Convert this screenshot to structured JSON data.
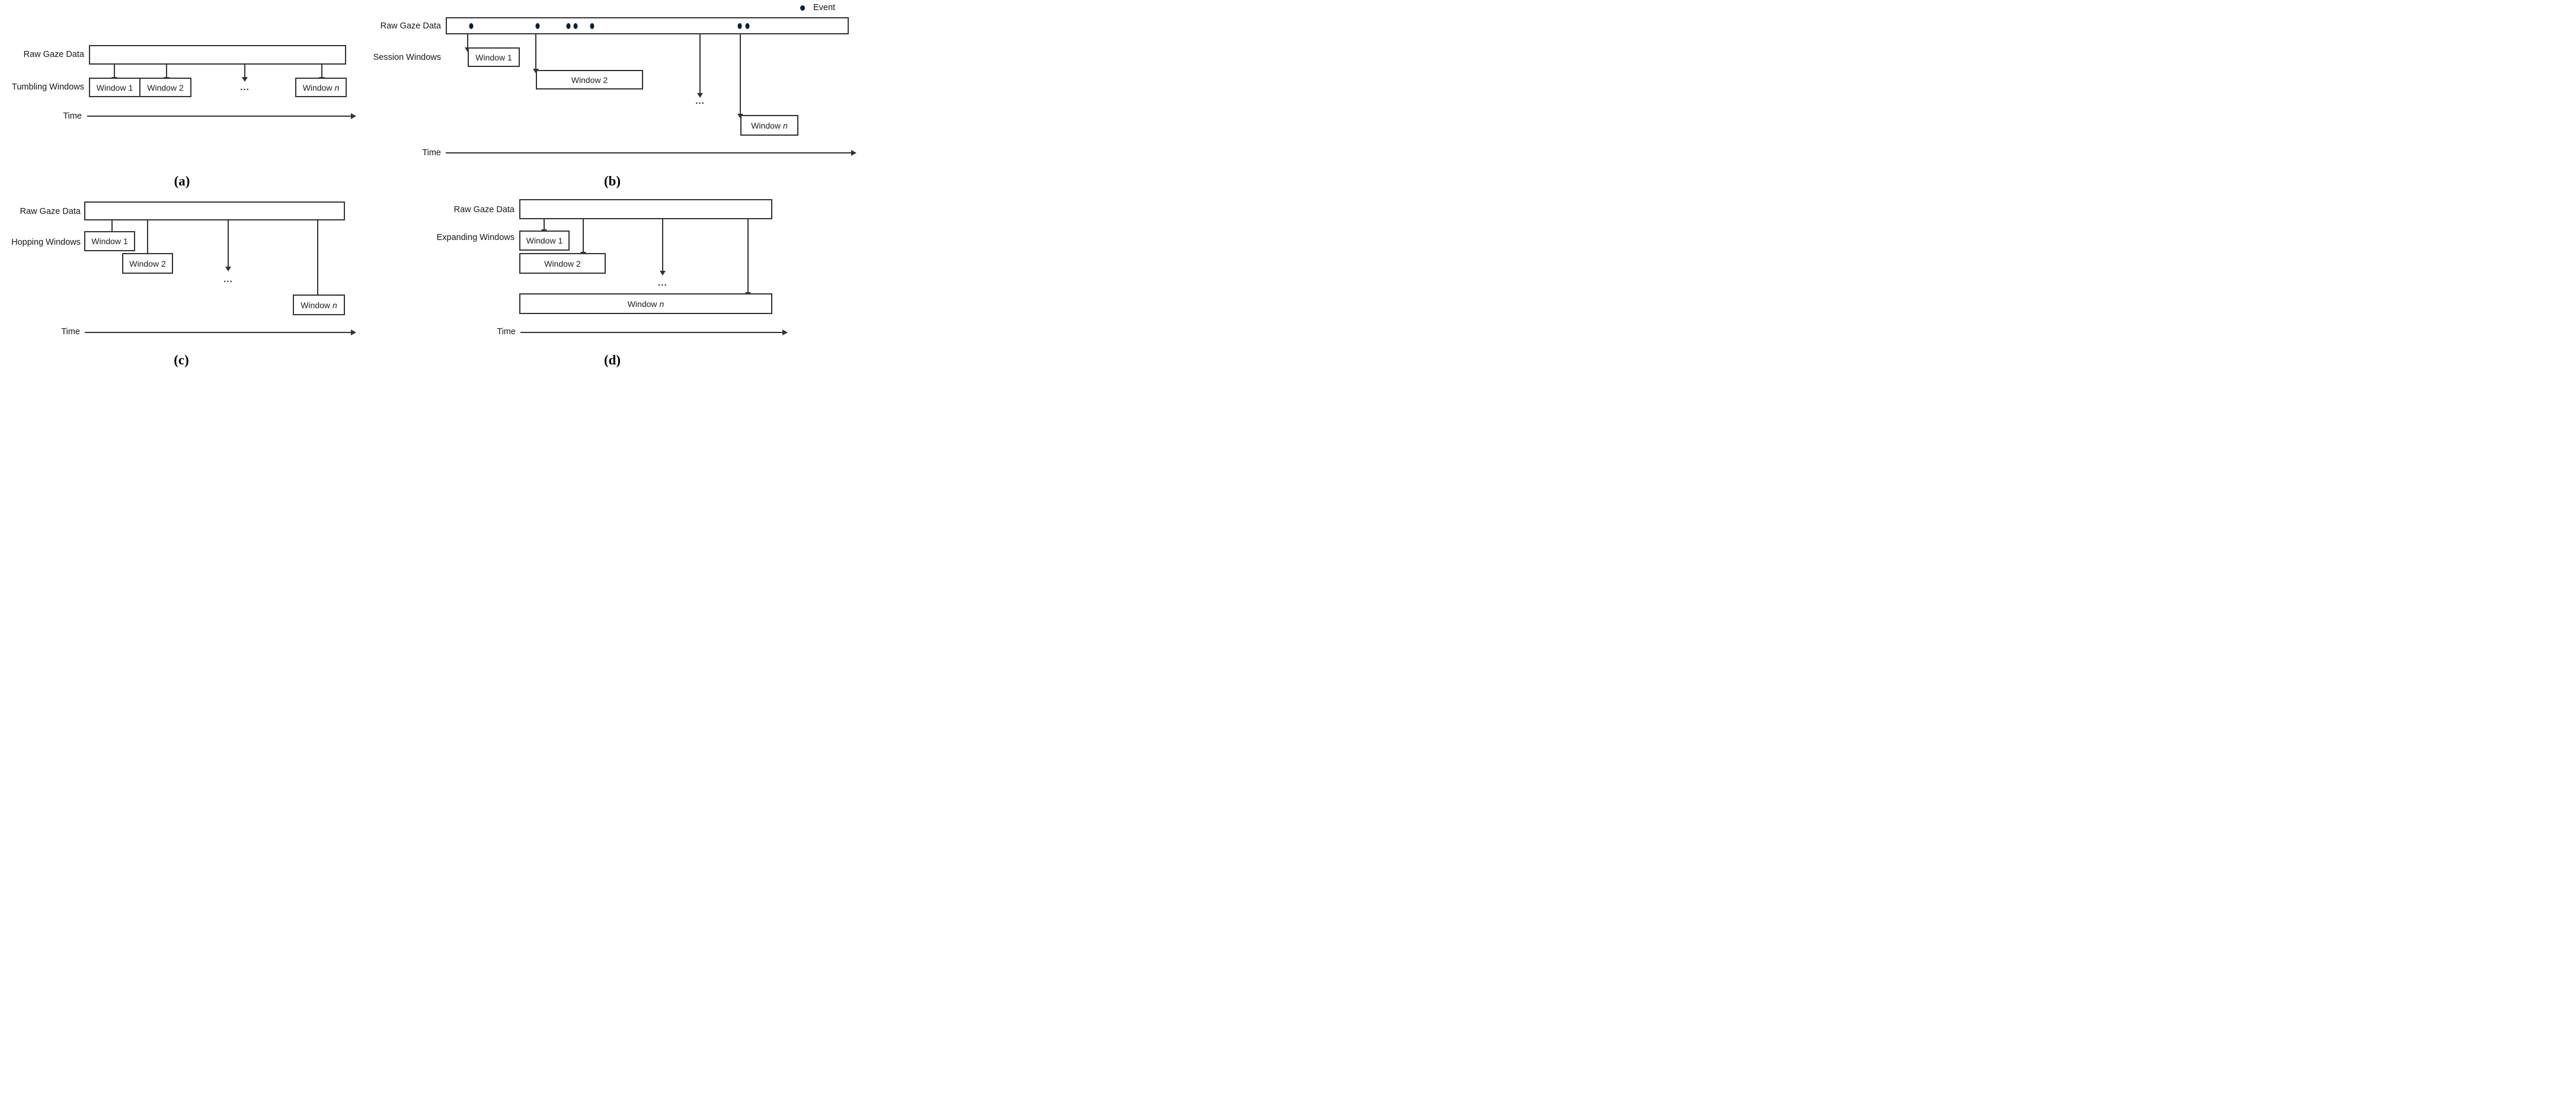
{
  "colors": {
    "line": "#333333",
    "text": "#151515",
    "dot": "#102030",
    "bg": "#ffffff"
  },
  "legend": {
    "dot_icon": "event-dot",
    "label": "Event"
  },
  "panels": {
    "a": {
      "caption": "(a)",
      "data_label": "Raw Gaze Data",
      "windows_label": "Tumbling Windows",
      "time_label": "Time",
      "window1": "Window 1",
      "window2": "Window 2",
      "ellipsis": "...",
      "window_n_prefix": "Window",
      "window_n_italic": "n"
    },
    "b": {
      "caption": "(b)",
      "data_label": "Raw Gaze Data",
      "windows_label": "Session Windows",
      "time_label": "Time",
      "window1": "Window 1",
      "window2": "Window 2",
      "ellipsis": "...",
      "window_n_prefix": "Window",
      "window_n_italic": "n",
      "events_pct": [
        6.0,
        22.6,
        30.3,
        32.1,
        36.2,
        73.1,
        75.0
      ]
    },
    "c": {
      "caption": "(c)",
      "data_label": "Raw Gaze Data",
      "windows_label": "Hopping Windows",
      "time_label": "Time",
      "window1": "Window 1",
      "window2": "Window 2",
      "ellipsis": "...",
      "window_n_prefix": "Window",
      "window_n_italic": "n"
    },
    "d": {
      "caption": "(d)",
      "data_label": "Raw Gaze Data",
      "windows_label": "Expanding Windows",
      "time_label": "Time",
      "window1": "Window 1",
      "window2": "Window 2",
      "ellipsis": "...",
      "window_n_prefix": "Window",
      "window_n_italic": "n"
    }
  }
}
